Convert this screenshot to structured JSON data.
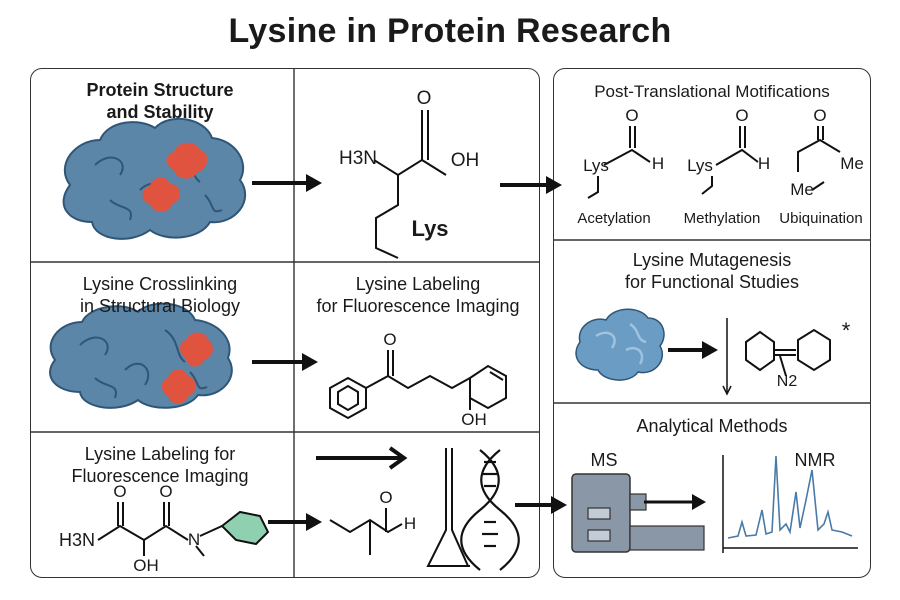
{
  "title": "Lysine in Protein Research",
  "left": {
    "structure_heading": "Protein Structure\nand Stability",
    "lysine_amine": "H3N",
    "lysine_oh": "OH",
    "lysine_o": "O",
    "lysine_abbrev": "Lys",
    "crosslink_heading": "Lysine Crosslinking\nin Structural Biology",
    "labeling_heading_1": "Lysine Labeling\nfor Fluorescence Imaging",
    "labeling_o": "O",
    "labeling_oh": "OH",
    "labeling_heading_2": "Lysine Labeling for\nFluorescence Imaging",
    "amide_amine": "H3N",
    "amide_o1": "O",
    "amide_o2": "O",
    "amide_n": "N",
    "amide_oh": "OH",
    "aldehyde_o": "O",
    "aldehyde_h": "H"
  },
  "right": {
    "ptm_heading": "Post-Translational Motifications",
    "ptm_items": [
      {
        "group": "Lys",
        "o": "O",
        "end": "H",
        "caption": "Acetylation"
      },
      {
        "group": "Lys",
        "o": "O",
        "end": "H",
        "caption": "Methylation"
      },
      {
        "group": "Me",
        "o": "O",
        "end": "Me",
        "caption": "Ubiquination"
      }
    ],
    "mutagenesis_heading": "Lysine Mutagenesis\nfor Functional Studies",
    "mutagenesis_n2": "N2",
    "mutagenesis_star": "*",
    "analytical_heading": "Analytical Methods",
    "ms_label": "MS",
    "nmr_label": "NMR"
  },
  "colors": {
    "protein_blue": "#5b86a8",
    "protein_dark": "#2f5677",
    "site_red": "#e0533f",
    "hex_green": "#8fd0b0",
    "spectrum_blue": "#4a7aa6",
    "instrument_gray": "#8a97a6"
  }
}
